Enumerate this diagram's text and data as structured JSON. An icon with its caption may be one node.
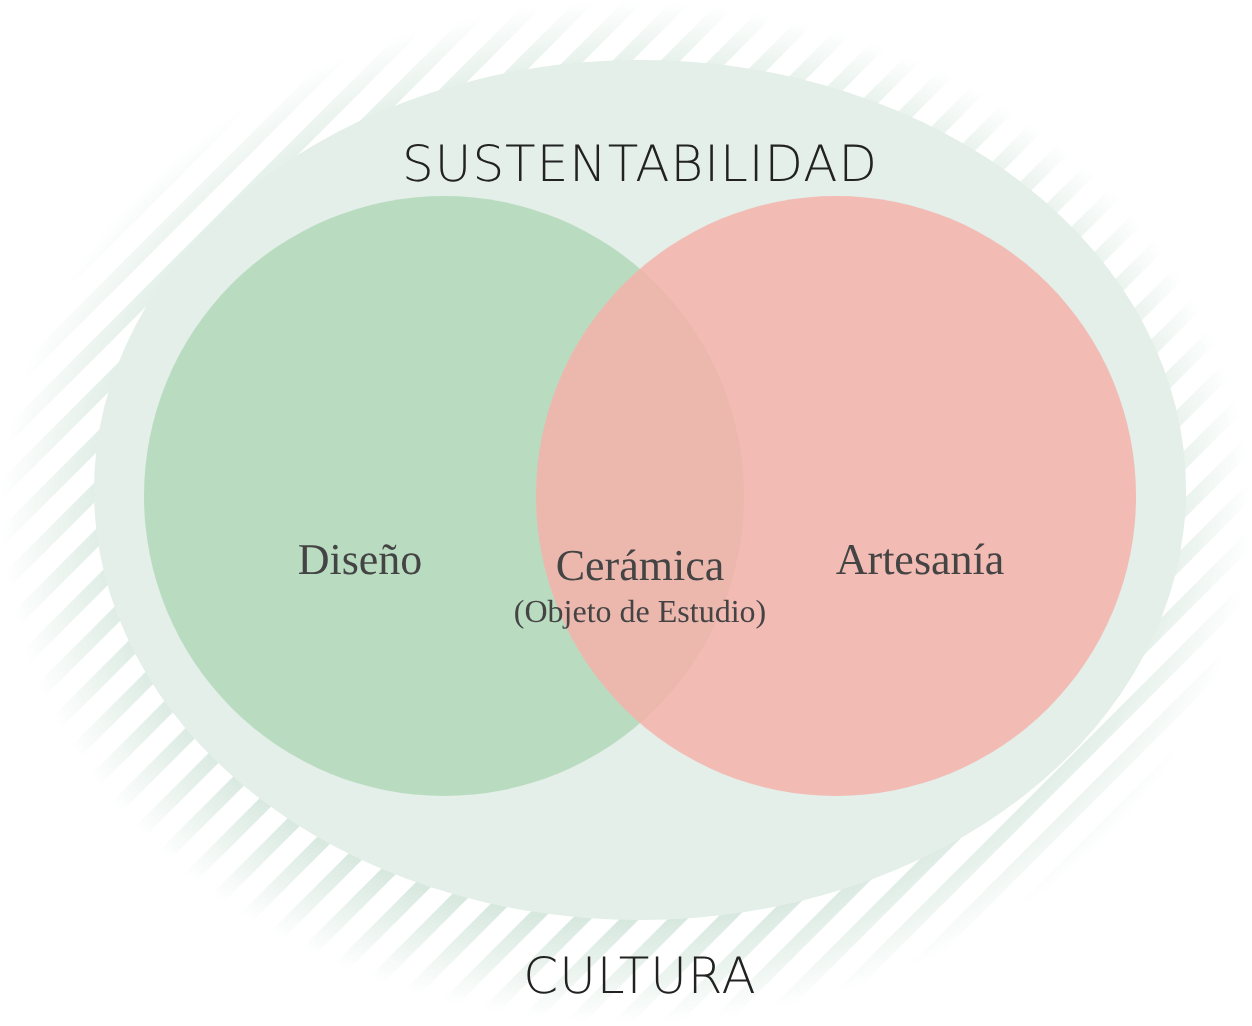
{
  "diagram": {
    "nodes": [
      {
        "text": [
          "CULTURA"
        ]
      },
      {
        "text": [
          "SUSTENTABILIDAD"
        ],
        "in": 0
      },
      {
        "text": [
          "Diseño"
        ],
        "in": 1
      },
      {
        "text": [
          "Artesanía"
        ],
        "in": 1
      }
    ],
    "labels": [
      "Cerámica",
      "(Objeto de Estudio)"
    ]
  }
}
